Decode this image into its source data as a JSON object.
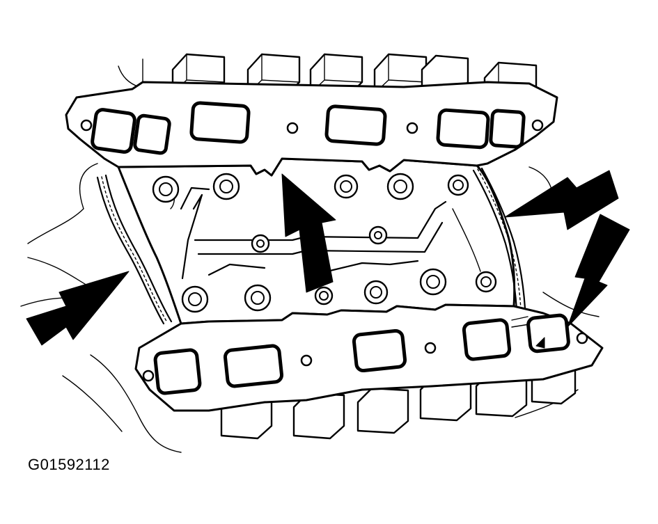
{
  "figure": {
    "id_label": "G01592112",
    "description_icon": "intake-manifold-gasket-drawing",
    "ink_color": "#000000",
    "paper_color": "#ffffff"
  },
  "callouts": [
    {
      "name": "arrow-left-gasket-seal"
    },
    {
      "name": "arrow-center-valley"
    },
    {
      "name": "arrow-right-gasket-seal"
    },
    {
      "name": "arrow-right-corner"
    }
  ]
}
